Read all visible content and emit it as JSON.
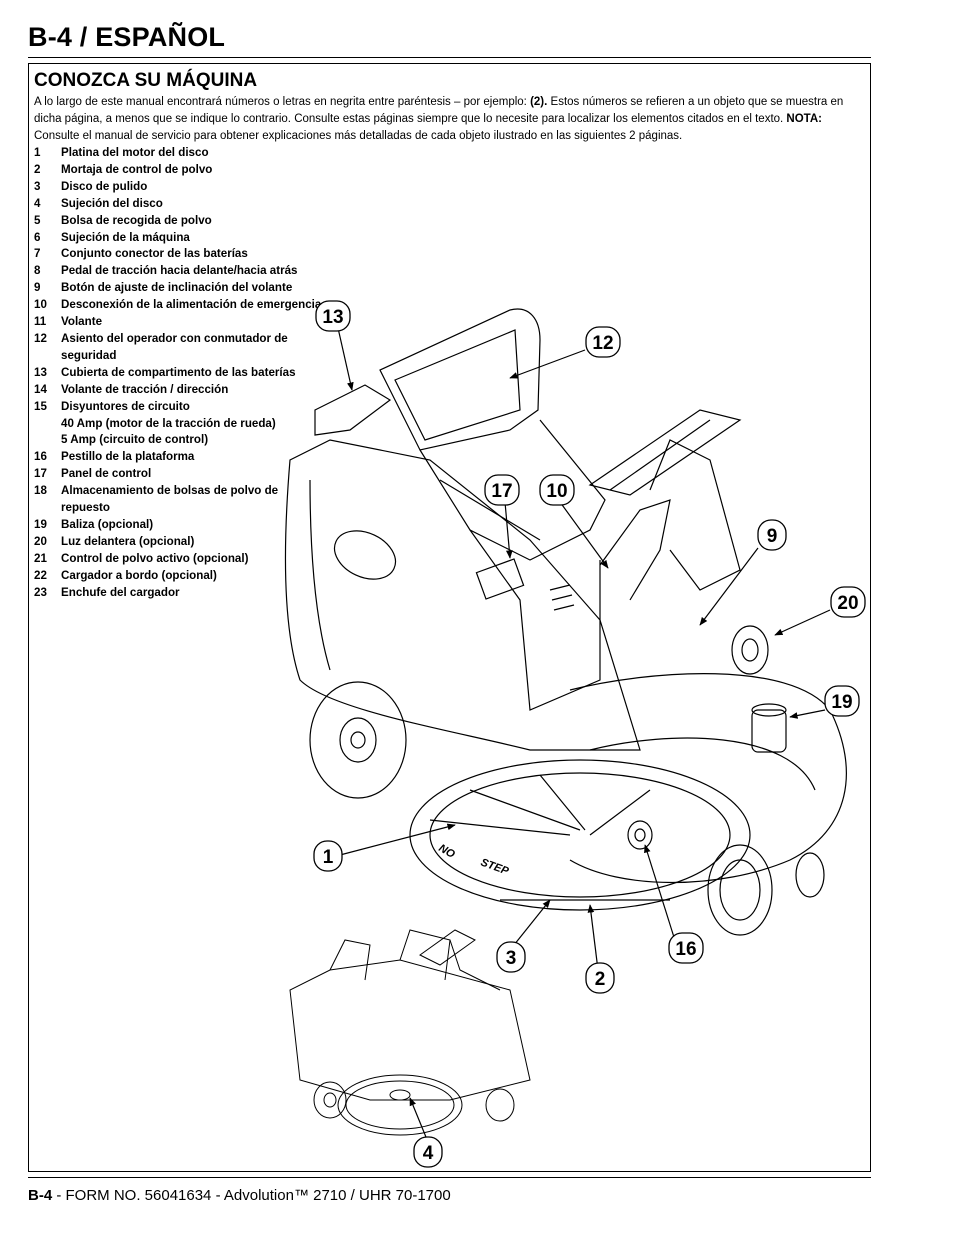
{
  "header": {
    "title": "B-4 / ESPAÑOL"
  },
  "section": {
    "title": "CONOZCA SU MÁQUINA",
    "intro_part1": "A lo largo de este manual encontrará números o letras en negrita entre paréntesis – por ejemplo: ",
    "intro_example": "(2).",
    "intro_part2": "  Estos números se refieren a un objeto que se muestra en dicha página, a menos que se indique lo contrario.  Consulte estas páginas siempre que lo necesite para localizar los elementos citados en el texto.  ",
    "note_label": "NOTA:",
    "note_text": " Consulte el manual de servicio para obtener explicaciones más detalladas de cada objeto ilustrado en las siguientes 2 páginas."
  },
  "parts": [
    {
      "num": "1",
      "label": "Platina del motor del disco"
    },
    {
      "num": "2",
      "label": "Mortaja de control de polvo"
    },
    {
      "num": "3",
      "label": "Disco de pulido"
    },
    {
      "num": "4",
      "label": "Sujeción del disco"
    },
    {
      "num": "5",
      "label": "Bolsa de recogida de polvo"
    },
    {
      "num": "6",
      "label": "Sujeción de la máquina"
    },
    {
      "num": "7",
      "label": "Conjunto conector de las baterías"
    },
    {
      "num": "8",
      "label": "Pedal de tracción hacia delante/hacia atrás"
    },
    {
      "num": "9",
      "label": "Botón de ajuste de inclinación del volante"
    },
    {
      "num": "10",
      "label": "Desconexión de la alimentación de emergencia"
    },
    {
      "num": "11",
      "label": "Volante"
    },
    {
      "num": "12",
      "label": "Asiento del operador con conmutador de seguridad"
    },
    {
      "num": "13",
      "label": "Cubierta de compartimento de las baterías"
    },
    {
      "num": "14",
      "label": "Volante de tracción / dirección"
    },
    {
      "num": "15",
      "label": "Disyuntores de circuito"
    },
    {
      "num": "",
      "label": "40 Amp (motor de la tracción de rueda)"
    },
    {
      "num": "",
      "label": "5 Amp (circuito de control)"
    },
    {
      "num": "16",
      "label": "Pestillo de la plataforma"
    },
    {
      "num": "17",
      "label": "Panel de control"
    },
    {
      "num": "18",
      "label": "Almacenamiento de bolsas de polvo de repuesto"
    },
    {
      "num": "19",
      "label": "Baliza (opcional)"
    },
    {
      "num": "20",
      "label": "Luz delantera (opcional)"
    },
    {
      "num": "21",
      "label": "Control de polvo activo (opcional)"
    },
    {
      "num": "22",
      "label": "Cargador a bordo (opcional)"
    },
    {
      "num": "23",
      "label": "Enchufe del cargador"
    }
  ],
  "diagram": {
    "callouts": [
      "13",
      "12",
      "17",
      "10",
      "9",
      "20",
      "19",
      "1",
      "3",
      "2",
      "16",
      "4"
    ],
    "deck_text_1": "NO",
    "deck_text_2": "STEP"
  },
  "footer": {
    "page": "B-4",
    "rest": " - FORM NO. 56041634 - Advolution™ 2710 / UHR 70-1700"
  }
}
